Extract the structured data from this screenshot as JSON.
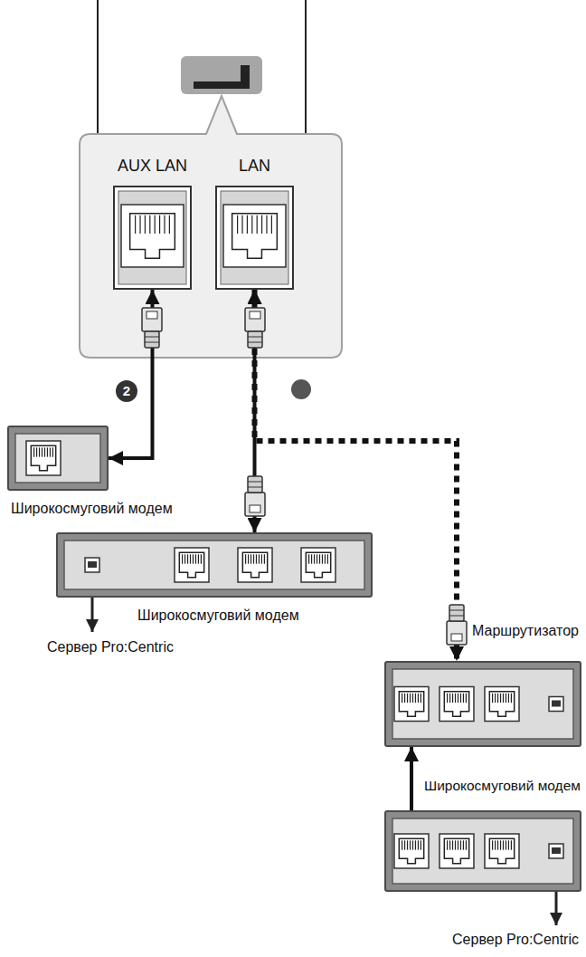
{
  "diagram": {
    "nodes": [
      {
        "text": [
          "AUX LAN"
        ]
      },
      {
        "text": [
          "LAN"
        ]
      },
      {
        "text": [
          "Широкосмуговий модем"
        ]
      },
      {
        "text": [
          "Широкосмуговий модем"
        ]
      },
      {
        "text": [
          "Маршрутизатор"
        ]
      },
      {
        "text": [
          "Широкосмуговий модем"
        ]
      }
    ],
    "edges": [
      {
        "from": 0,
        "to": 2,
        "arrow": "both"
      },
      {
        "from": 1,
        "to": 3,
        "arrow": "both"
      },
      {
        "from": 1,
        "to": 4,
        "arrow": "both"
      },
      {
        "from": 5,
        "to": 4,
        "arrow": "to"
      }
    ],
    "labels": [
      "2",
      "Сервер Pro:Centric",
      "Сервер Pro:Centric"
    ]
  }
}
